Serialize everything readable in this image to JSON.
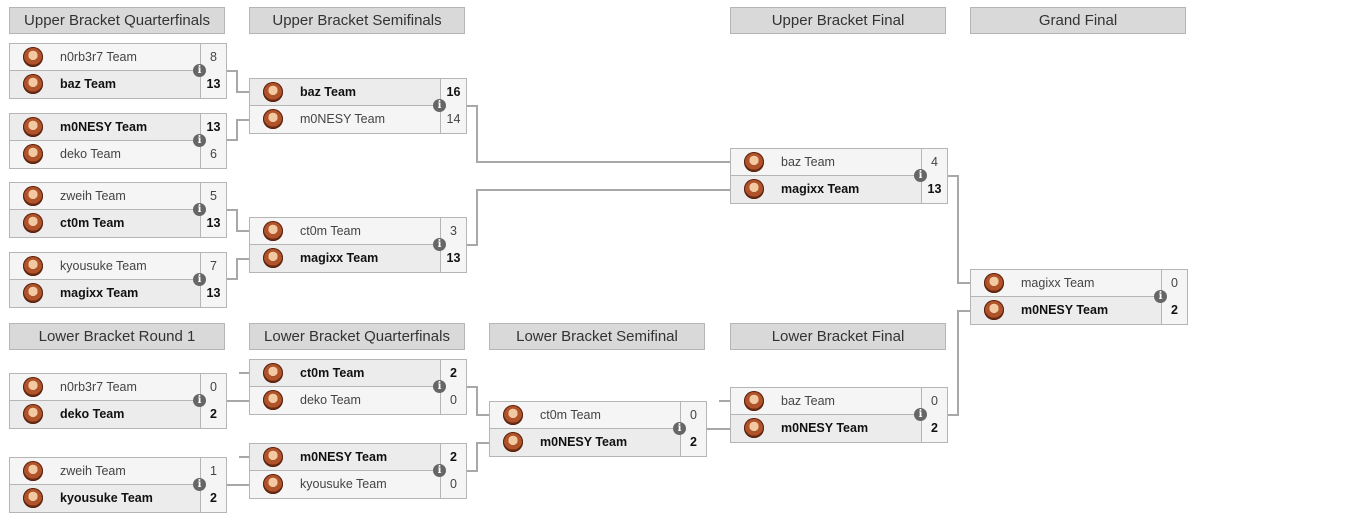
{
  "rounds": [
    {
      "label": "Upper Bracket Quarterfinals"
    },
    {
      "label": "Upper Bracket Semifinals"
    },
    {
      "label": "Upper Bracket Final"
    },
    {
      "label": "Grand Final"
    },
    {
      "label": "Lower Bracket Round 1"
    },
    {
      "label": "Lower Bracket Quarterfinals"
    },
    {
      "label": "Lower Bracket Semifinal"
    },
    {
      "label": "Lower Bracket Final"
    }
  ],
  "matches": [
    {
      "t1": "n0rb3r7 Team",
      "s1": "8",
      "t2": "baz Team",
      "s2": "13",
      "winner": 2
    },
    {
      "t1": "m0NESY Team",
      "s1": "13",
      "t2": "deko Team",
      "s2": "6",
      "winner": 1
    },
    {
      "t1": "zweih Team",
      "s1": "5",
      "t2": "ct0m Team",
      "s2": "13",
      "winner": 2
    },
    {
      "t1": "kyousuke Team",
      "s1": "7",
      "t2": "magixx Team",
      "s2": "13",
      "winner": 2
    },
    {
      "t1": "baz Team",
      "s1": "16",
      "t2": "m0NESY Team",
      "s2": "14",
      "winner": 1
    },
    {
      "t1": "ct0m Team",
      "s1": "3",
      "t2": "magixx Team",
      "s2": "13",
      "winner": 2
    },
    {
      "t1": "baz Team",
      "s1": "4",
      "t2": "magixx Team",
      "s2": "13",
      "winner": 2
    },
    {
      "t1": "magixx Team",
      "s1": "0",
      "t2": "m0NESY Team",
      "s2": "2",
      "winner": 2
    },
    {
      "t1": "n0rb3r7 Team",
      "s1": "0",
      "t2": "deko Team",
      "s2": "2",
      "winner": 2
    },
    {
      "t1": "zweih Team",
      "s1": "1",
      "t2": "kyousuke Team",
      "s2": "2",
      "winner": 2
    },
    {
      "t1": "ct0m Team",
      "s1": "2",
      "t2": "deko Team",
      "s2": "0",
      "winner": 1
    },
    {
      "t1": "m0NESY Team",
      "s1": "2",
      "t2": "kyousuke Team",
      "s2": "0",
      "winner": 1
    },
    {
      "t1": "ct0m Team",
      "s1": "0",
      "t2": "m0NESY Team",
      "s2": "2",
      "winner": 2
    },
    {
      "t1": "baz Team",
      "s1": "0",
      "t2": "m0NESY Team",
      "s2": "2",
      "winner": 2
    }
  ],
  "icons": {
    "avatar": "team-avatar-icon",
    "info": "info-icon",
    "info_glyph": "i"
  }
}
